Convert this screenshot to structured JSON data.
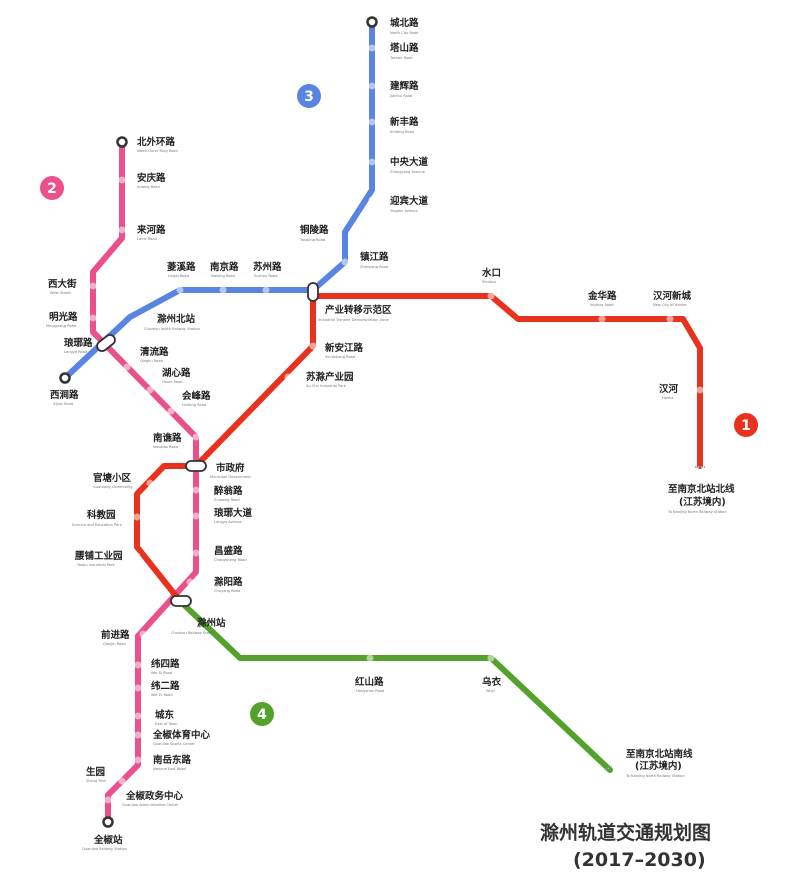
{
  "title": "滁州轨道交通规划图",
  "subtitle": "(2017–2030)",
  "lines": [
    {
      "id": "1",
      "number": "1",
      "color": "#e8321e",
      "name_cn": "至南京北站北线",
      "name_cn2": "(江苏境内)",
      "name_en": "To Nanjing North Railway Station"
    },
    {
      "id": "2",
      "number": "2",
      "color": "#e9508c"
    },
    {
      "id": "3",
      "number": "3",
      "color": "#5a84e2"
    },
    {
      "id": "4",
      "number": "4",
      "color": "#54a22c",
      "name_cn": "至南京北站南线",
      "name_cn2": "(江苏境内)",
      "name_en": "To Nanjing North Railway Station"
    }
  ],
  "stations": [
    {
      "id": "chengbeilu",
      "cn": "城北路",
      "en": "North City Road"
    },
    {
      "id": "tashanlu",
      "cn": "塔山路",
      "en": "Tashan Road"
    },
    {
      "id": "jianhuilu",
      "cn": "建辉路",
      "en": "Jianhui Road"
    },
    {
      "id": "xinfenglu",
      "cn": "新丰路",
      "en": "Xinfeng Road"
    },
    {
      "id": "zhongyangdadao",
      "cn": "中央大道",
      "en": "Zhongyang Avenue"
    },
    {
      "id": "yingbindadao",
      "cn": "迎宾大道",
      "en": "Yingbin Avenue"
    },
    {
      "id": "tonglinglu",
      "cn": "铜陵路",
      "en": "Tongling Road"
    },
    {
      "id": "zhenjianglu",
      "cn": "镇江路",
      "en": "Zhenjiang Road"
    },
    {
      "id": "chanyezhuanyi",
      "cn": "产业转移示范区",
      "en": "Industrial Transfer Demonstration Zone"
    },
    {
      "id": "shuikou",
      "cn": "水口",
      "en": "Shuikou"
    },
    {
      "id": "jinhualu",
      "cn": "金华路",
      "en": "Jinghua Road"
    },
    {
      "id": "hanhexincheng",
      "cn": "汉河新城",
      "en": "New City of Hanhe"
    },
    {
      "id": "hanhe",
      "cn": "汉河",
      "en": "Hanhe"
    },
    {
      "id": "xinanjianglu",
      "cn": "新安江路",
      "en": "Xin'anjiang Road"
    },
    {
      "id": "suchuchanyeyuan",
      "cn": "苏滁产业园",
      "en": "Su-Chu Industrial Park"
    },
    {
      "id": "beiwaihuanlu",
      "cn": "北外环路",
      "en": "North Outer Ring Road"
    },
    {
      "id": "anqinglu",
      "cn": "安庆路",
      "en": "Anqing Road"
    },
    {
      "id": "laihelu",
      "cn": "来河路",
      "en": "Laihe Road"
    },
    {
      "id": "xidajie",
      "cn": "西大街",
      "en": "West Street"
    },
    {
      "id": "mingguanglu",
      "cn": "明光路",
      "en": "Mingguang Road"
    },
    {
      "id": "langyalu",
      "cn": "琅琊路",
      "en": "Langya Road"
    },
    {
      "id": "xijianlu",
      "cn": "西涧路",
      "en": "Xijian Road"
    },
    {
      "id": "lingxilu",
      "cn": "菱溪路",
      "en": "Lingxi Road"
    },
    {
      "id": "nanjinglu",
      "cn": "南京路",
      "en": "Nanjing Road"
    },
    {
      "id": "suzhoulu",
      "cn": "苏州路",
      "en": "Suzhou Road"
    },
    {
      "id": "chuzhoubeizhan",
      "cn": "滁州北站",
      "en": "Chuzhou North Railway Station"
    },
    {
      "id": "qingliulu",
      "cn": "清流路",
      "en": "Qingliu Road"
    },
    {
      "id": "huxinlu",
      "cn": "湖心路",
      "en": "Huxin Road"
    },
    {
      "id": "huifenglu",
      "cn": "会峰路",
      "en": "Huifeng Road"
    },
    {
      "id": "nanqiaolu",
      "cn": "南谯路",
      "en": "Nanqiao Road"
    },
    {
      "id": "shizhengfu",
      "cn": "市政府",
      "en": "Municipal Government"
    },
    {
      "id": "zuiwenglu",
      "cn": "醉翁路",
      "en": "Zuiweng Road"
    },
    {
      "id": "langyadadao",
      "cn": "琅琊大道",
      "en": "Langya Avenue"
    },
    {
      "id": "changshenglu",
      "cn": "昌盛路",
      "en": "Changsheng Road"
    },
    {
      "id": "chuyanglu",
      "cn": "滁阳路",
      "en": "Chuyang Road"
    },
    {
      "id": "guantangxiaoqu",
      "cn": "官塘小区",
      "en": "Guantang Community"
    },
    {
      "id": "kejiaoyuan",
      "cn": "科教园",
      "en": "Science and Education Park"
    },
    {
      "id": "yaopugongyeyuan",
      "cn": "腰铺工业园",
      "en": "Yaopu Industrial Park"
    },
    {
      "id": "chuzhouzhan",
      "cn": "滁州站",
      "en": "Chuzhou Railway Station"
    },
    {
      "id": "hongshanlu",
      "cn": "红山路",
      "en": "Hongshan Road"
    },
    {
      "id": "wuyi",
      "cn": "乌衣",
      "en": "Wuyi"
    },
    {
      "id": "qianjinlu",
      "cn": "前进路",
      "en": "Qianjin Road"
    },
    {
      "id": "weisilu",
      "cn": "纬四路",
      "en": "Wei Si Road"
    },
    {
      "id": "weierlu",
      "cn": "纬二路",
      "en": "Wei Er Road"
    },
    {
      "id": "chengdong",
      "cn": "城东",
      "en": "East of Town"
    },
    {
      "id": "quanjiaotiyu",
      "cn": "全椒体育中心",
      "en": "Quanjiao Sports Center"
    },
    {
      "id": "nanyuedonglu",
      "cn": "南岳东路",
      "en": "Nanyue East Road"
    },
    {
      "id": "shengyuan",
      "cn": "生园",
      "en": "Sheng Park"
    },
    {
      "id": "quanjiaozhengwu",
      "cn": "全椒政务中心",
      "en": "Quanjiao Administrative Center"
    },
    {
      "id": "quanjiaozhan",
      "cn": "全椒站",
      "en": "Quanjiao Railway Station"
    }
  ]
}
